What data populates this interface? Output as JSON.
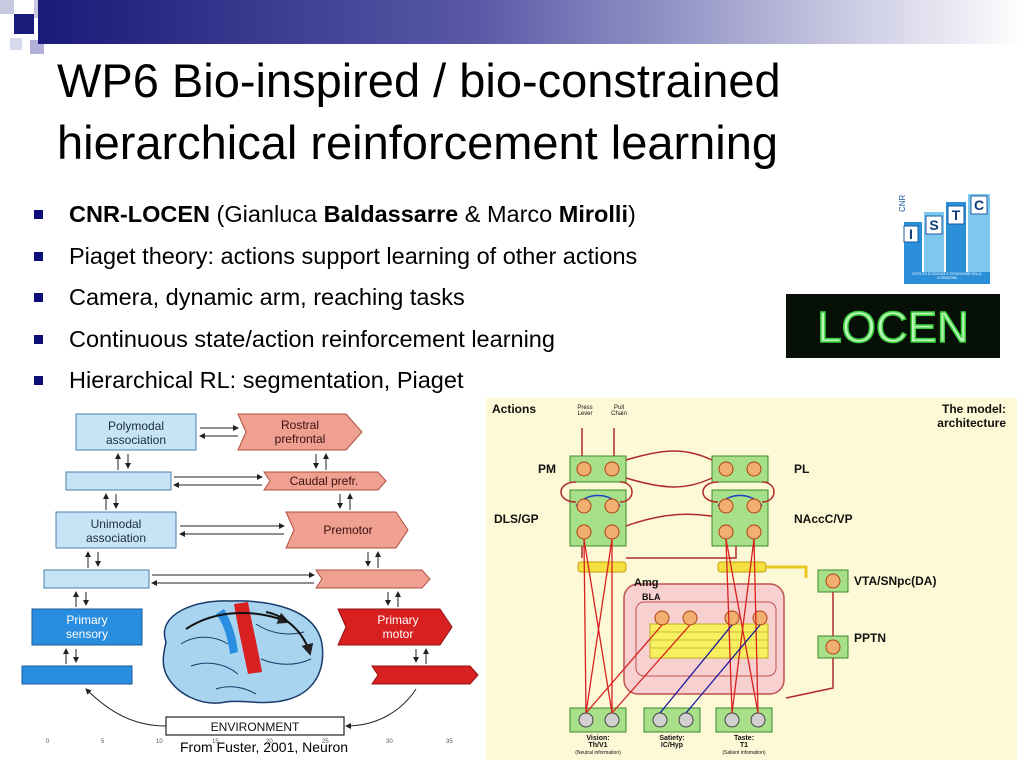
{
  "slide": {
    "title_line1": "WP6 Bio-inspired / bio-constrained",
    "title_line2": "hierarchical reinforcement learning",
    "bullets": [
      {
        "b1": "CNR-LOCEN",
        "t1": " (Gianluca ",
        "b2": "Baldassarre",
        "t2": " & Marco ",
        "b3": "Mirolli",
        "t3": ")"
      },
      {
        "text": "Piaget theory: actions support learning of other actions"
      },
      {
        "text": "Camera, dynamic arm, reaching tasks"
      },
      {
        "text": "Continuous state/action reinforcement learning"
      },
      {
        "text": "Hierarchical RL: segmentation, Piaget"
      }
    ],
    "caption": "From Fuster, 2001, Neuron"
  },
  "logos": {
    "istc": {
      "letters": [
        "I",
        "S",
        "T",
        "C"
      ],
      "side": "CNR",
      "footer": "ISTITUTO DI SCIENZE E TECNOLOGIE DELLA COGNIZIONE"
    },
    "locen": "LOCEN"
  },
  "fuster": {
    "boxes": {
      "polymodal": "Polymodal association",
      "rostral": "Rostral prefrontal",
      "caudal": "Caudal prefr.",
      "unimodal": "Unimodal association",
      "premotor": "Premotor",
      "primary_sensory": "Primary sensory",
      "primary_motor": "Primary motor",
      "environment": "ENVIRONMENT"
    },
    "scale_ticks": [
      "0",
      "5",
      "10",
      "15",
      "20",
      "25",
      "30",
      "35"
    ]
  },
  "model": {
    "actions": "Actions",
    "press_lever": "Press Lever",
    "pull_chain": "Pull Chain",
    "title": "The model: architecture",
    "pm": "PM",
    "pl": "PL",
    "dls": "DLS/GP",
    "nacc": "NAccC/VP",
    "amg": "Amg",
    "bla": "BLA",
    "vta": "VTA/SNpc(DA)",
    "pptn": "PPTN",
    "vision": "Vision: Th/V1",
    "vision_sub": "(Neutral information)",
    "satiety": "Satiety: IC/Hyp",
    "taste": "Taste: T1",
    "taste_sub": "(Salient infomation)"
  }
}
